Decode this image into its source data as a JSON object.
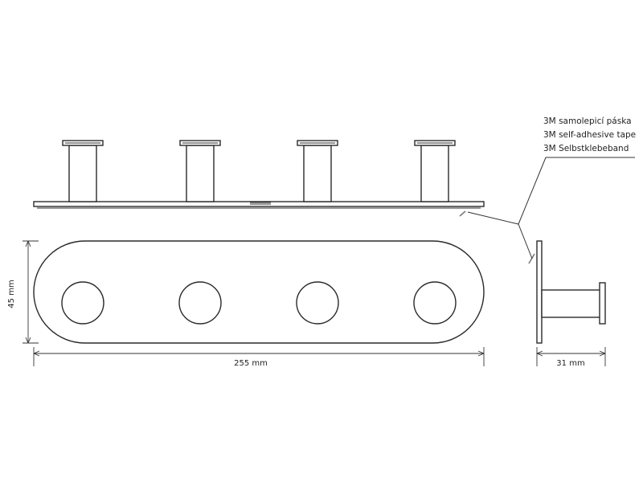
{
  "annotations": {
    "tape_cs": "3M samolepicí páska",
    "tape_en": "3M self-adhesive tape",
    "tape_de": "3M Selbstklebeband"
  },
  "dimensions": {
    "width": "255 mm",
    "height": "45 mm",
    "depth": "31 mm"
  },
  "colors": {
    "line": "#2a2a2a",
    "tape": "#7a7a7a",
    "background": "#ffffff"
  }
}
